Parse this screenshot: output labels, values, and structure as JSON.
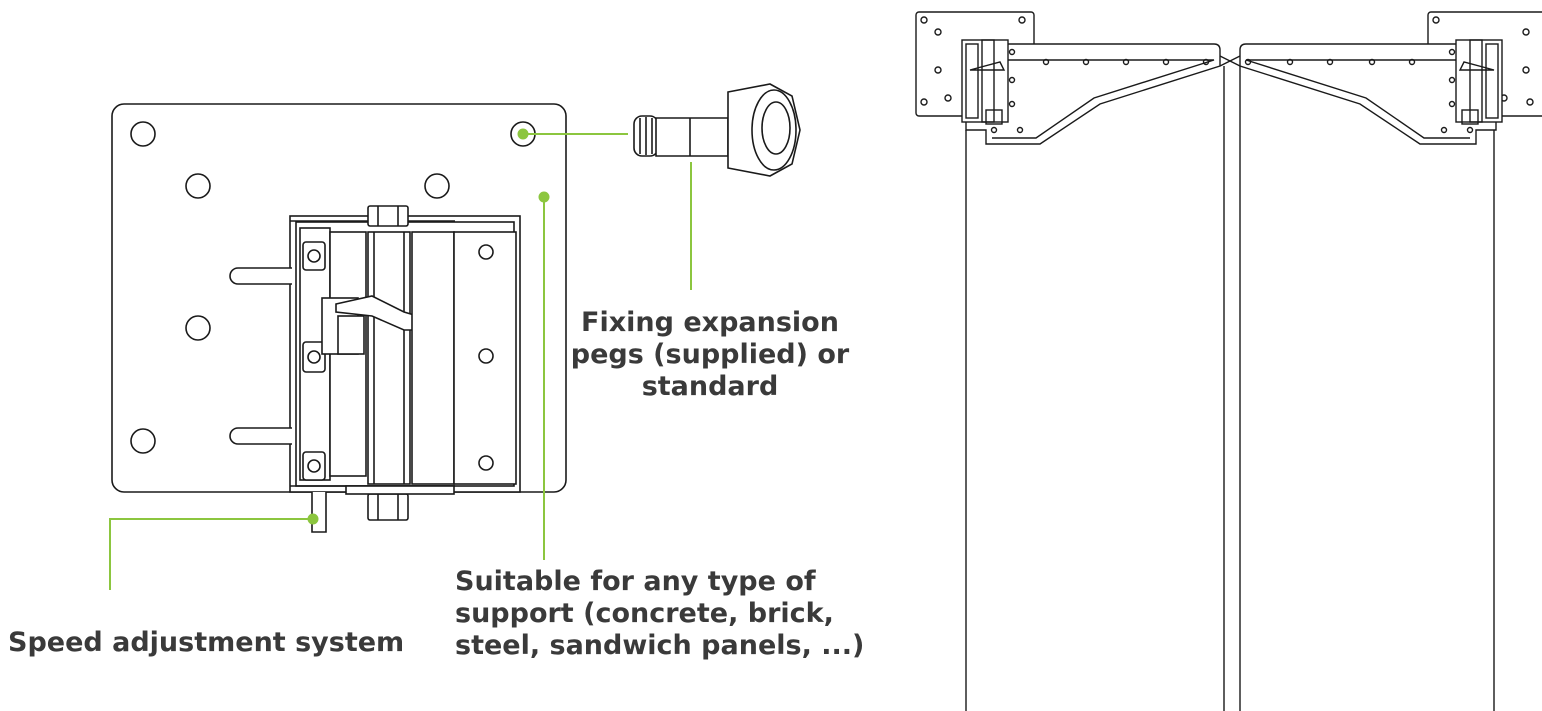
{
  "labels": {
    "pegs": [
      "Fixing expansion",
      "pegs (supplied) or",
      "standard"
    ],
    "speed": "Speed adjustment system",
    "support": [
      "Suitable for any type of",
      "support (concrete, brick,",
      "steel, sandwich panels, ...)"
    ]
  },
  "colors": {
    "callout": "#8cc63f",
    "stroke": "#1a1a1a",
    "text": "#3a3a3a"
  }
}
